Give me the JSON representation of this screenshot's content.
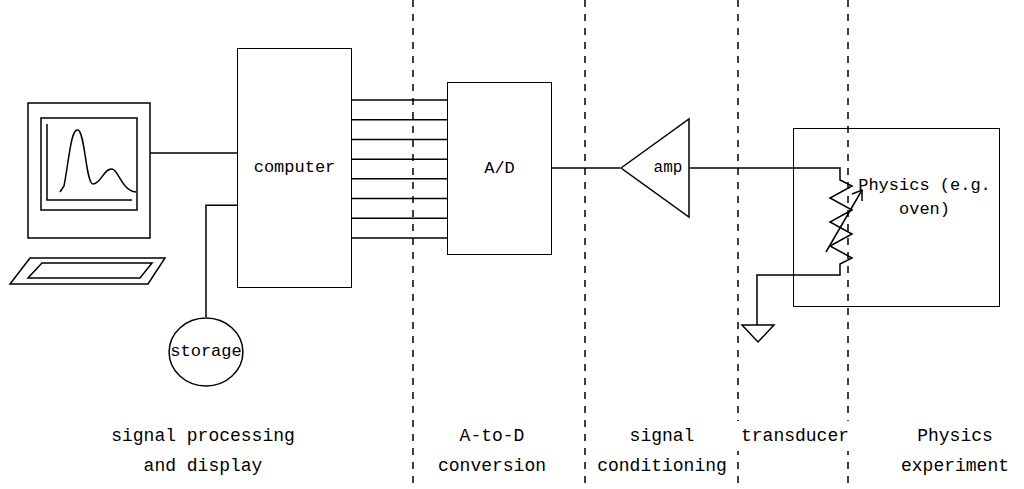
{
  "diagram": {
    "nodes": [
      {
        "text": [
          "computer"
        ]
      },
      {
        "text": [
          "storage"
        ]
      },
      {
        "text": [
          "A/D"
        ]
      },
      {
        "text": [
          "amp"
        ]
      },
      {
        "text": [
          "Physics (e.g. oven)"
        ]
      }
    ],
    "edges": [
      {
        "from": 1,
        "to": 0,
        "arrow": "none"
      },
      {
        "from": 0,
        "to": 2,
        "arrow": "none"
      },
      {
        "from": 2,
        "to": 3,
        "arrow": "none"
      },
      {
        "from": 3,
        "to": 4,
        "arrow": "none"
      }
    ],
    "labels": [
      "signal processing and display",
      "A-to-D conversion",
      "signal conditioning",
      "transducer",
      "Physics experiment"
    ]
  }
}
